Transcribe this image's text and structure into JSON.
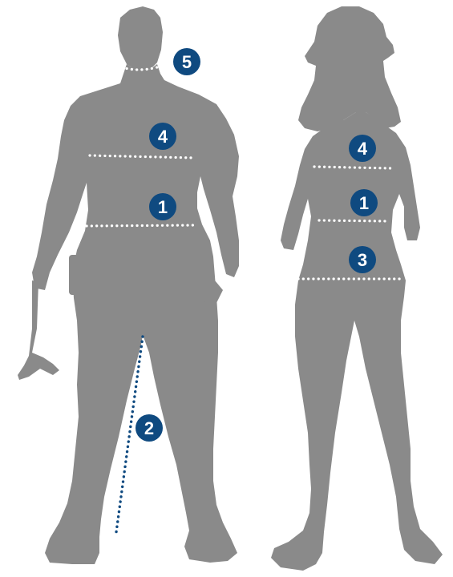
{
  "colors": {
    "silhouette": "#8a8a8a",
    "badge": "#0f4a80",
    "badge_text": "#ffffff",
    "guide_white": "#ffffff",
    "guide_blue": "#0f4a80",
    "background": "#ffffff"
  },
  "figures": [
    {
      "id": "man",
      "icon": "male-worker-silhouette"
    },
    {
      "id": "woman",
      "icon": "female-worker-silhouette"
    }
  ],
  "markers": {
    "man_neck": "5",
    "man_chest": "4",
    "man_waist": "1",
    "man_inseam": "2",
    "woman_chest": "4",
    "woman_waist": "1",
    "woman_hips": "3"
  }
}
